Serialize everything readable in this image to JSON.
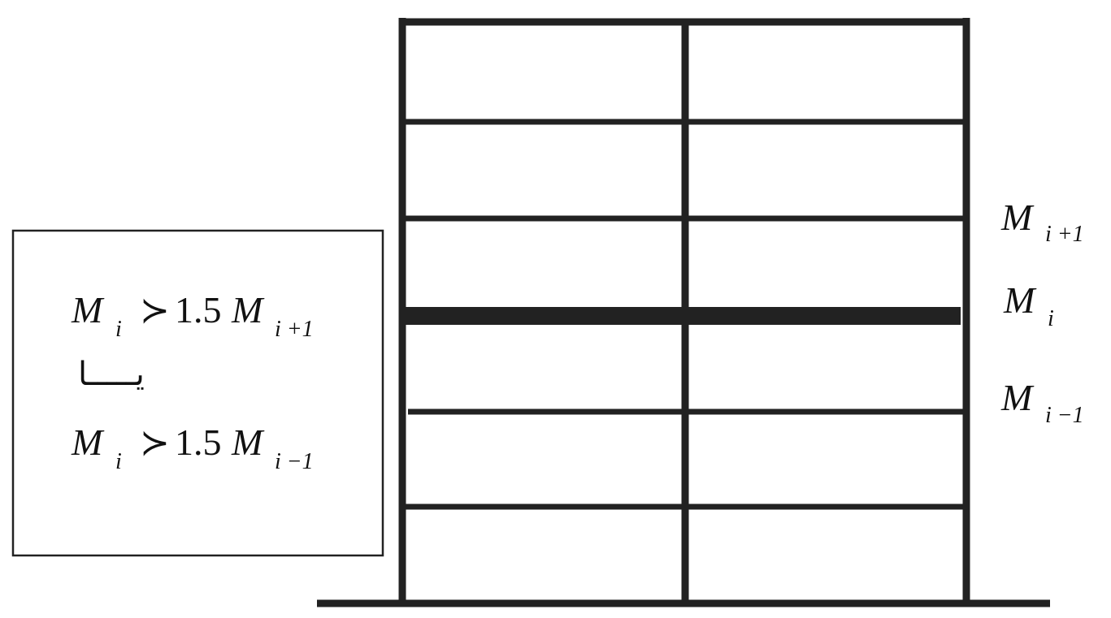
{
  "diagram": {
    "condition_box": {
      "line1": {
        "base": "M",
        "sub": "i",
        "relation": "≻",
        "coef": "1.5",
        "rhs_base": "M",
        "rhs_sub": "i +1"
      },
      "connector": "یـــــا",
      "line2": {
        "base": "M",
        "sub": "i",
        "relation": "≻",
        "coef": "1.5",
        "rhs_base": "M",
        "rhs_sub": "i −1"
      }
    },
    "floor_labels": [
      {
        "base": "M",
        "sub": "i +1"
      },
      {
        "base": "M",
        "sub": "i"
      },
      {
        "base": "M",
        "sub": "i −1"
      }
    ],
    "frame": {
      "stories": 6,
      "bays": 2,
      "heavy_floor_index": 3
    },
    "colors": {
      "line": "#222222",
      "text": "#111111",
      "background": "#ffffff"
    }
  }
}
